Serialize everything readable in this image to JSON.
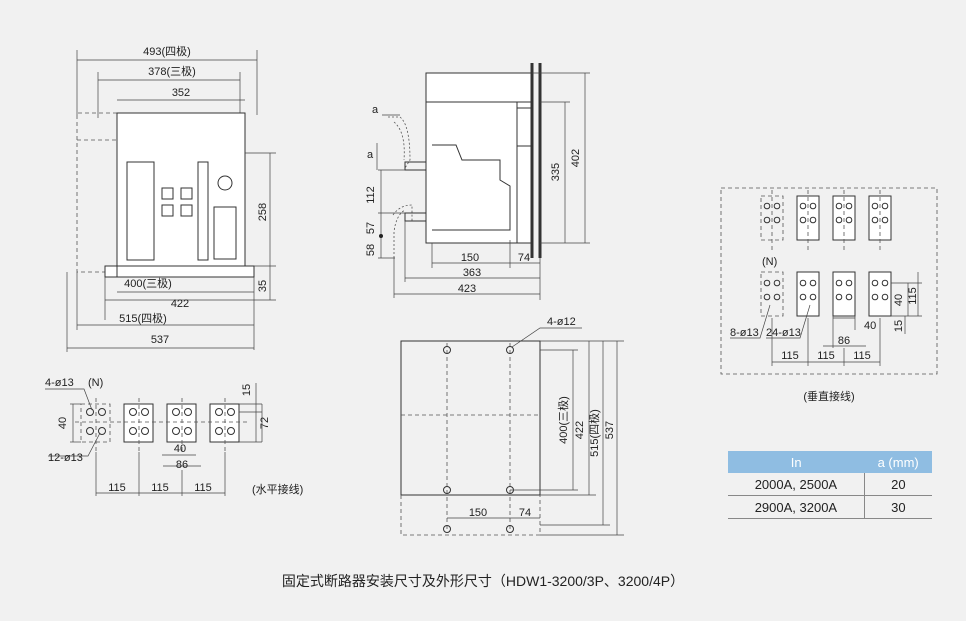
{
  "front_view": {
    "dim_493": "493(四极)",
    "dim_378": "378(三极)",
    "dim_352": "352",
    "dim_258": "258",
    "dim_400": "400(三极)",
    "dim_422": "422",
    "dim_35": "35",
    "dim_515": "515(四极)",
    "dim_537": "537"
  },
  "side_view": {
    "label_a1": "a",
    "label_a2": "a",
    "dim_112": "112",
    "dim_57": "57",
    "dim_58": "58",
    "dim_335": "335",
    "dim_402": "402",
    "dim_150": "150",
    "dim_74": "74",
    "dim_363": "363",
    "dim_423": "423"
  },
  "base_view": {
    "holes": "4-ø12",
    "dim_400": "400(三极)",
    "dim_422": "422",
    "dim_515": "515(四极)",
    "dim_537": "537",
    "dim_150": "150",
    "dim_74": "74"
  },
  "horizontal": {
    "holes_4": "4-ø13",
    "neutral": "(N)",
    "dim_15": "15",
    "dim_40": "40",
    "dim_72": "72",
    "holes_12": "12-ø13",
    "dim_40b": "40",
    "dim_86": "86",
    "dim_115a": "115",
    "dim_115b": "115",
    "dim_115c": "115",
    "caption": "(水平接线)"
  },
  "vertical": {
    "neutral": "(N)",
    "dim_40": "40",
    "dim_115": "115",
    "holes_8": "8-ø13",
    "holes_24": "24-ø13",
    "dim_40b": "40",
    "dim_15": "15",
    "dim_86": "86",
    "dim_115a": "115",
    "dim_115b": "115",
    "dim_115c": "115",
    "caption": "(垂直接线)"
  },
  "table": {
    "headers": [
      "In",
      "a (mm)"
    ],
    "rows": [
      [
        "2000A, 2500A",
        "20"
      ],
      [
        "2900A, 3200A",
        "30"
      ]
    ]
  },
  "caption": "固定式断路器安装尺寸及外形尺寸（HDW1-3200/3P、3200/4P）"
}
